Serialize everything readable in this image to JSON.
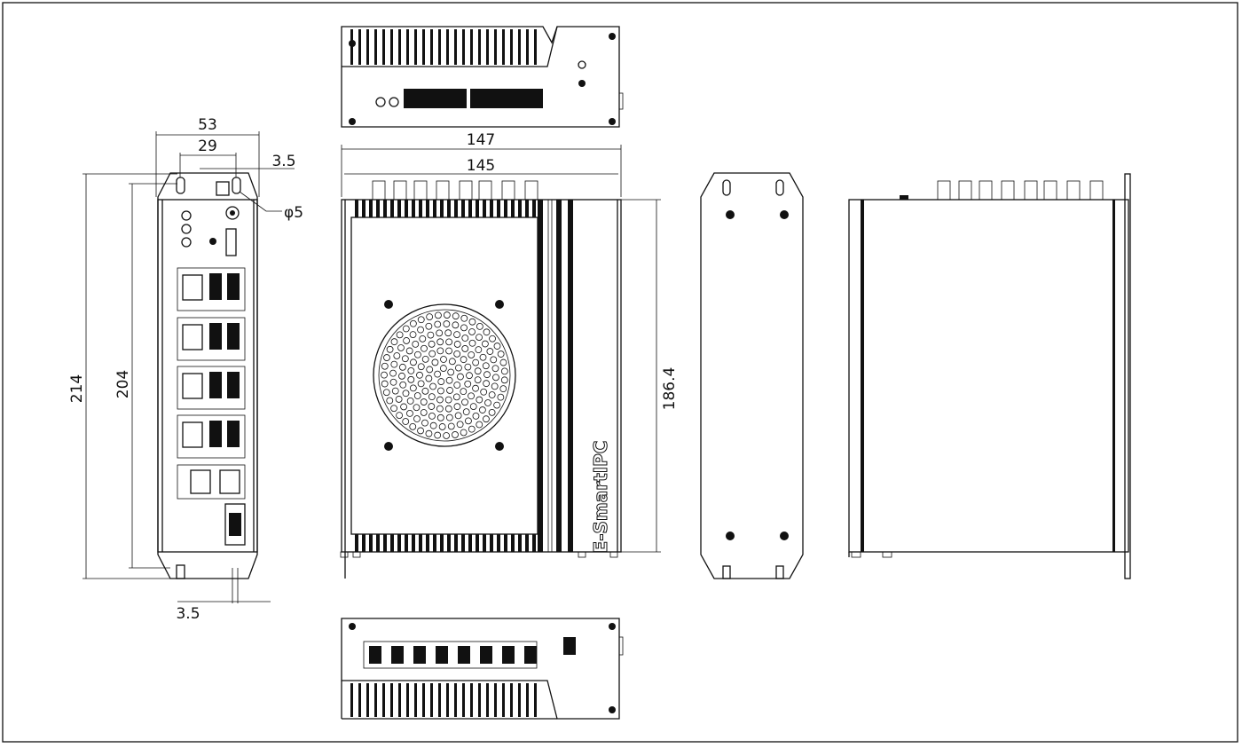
{
  "drawing": {
    "title": "Enclosure dimension drawing",
    "logo_text": "E-SmartIPC",
    "dimensions": {
      "front_width": "53",
      "hole_spacing": "29",
      "ear_offset_top": "3.5",
      "hole_diameter": "φ5",
      "overall_height": "214",
      "body_height": "204",
      "ear_offset_bottom": "3.5",
      "overall_length": "147",
      "body_length": "145",
      "side_height": "186.4"
    }
  }
}
